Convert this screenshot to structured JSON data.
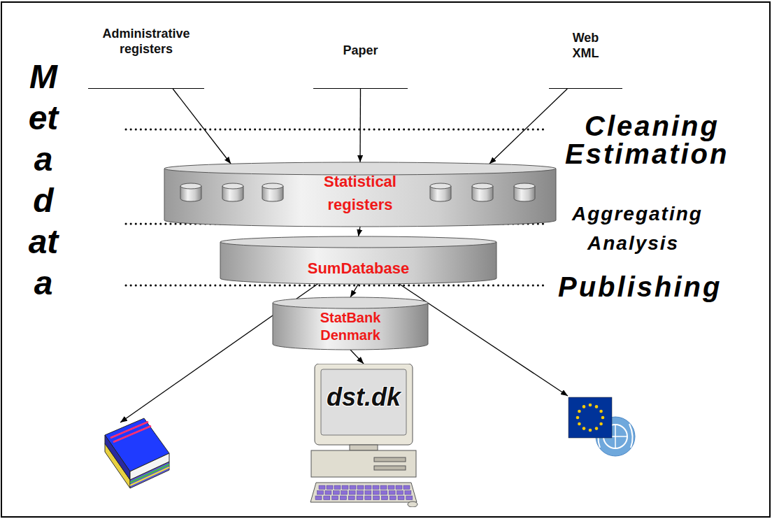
{
  "diagram": {
    "nodes": [
      {
        "text": [
          "Administrative registers"
        ]
      },
      {
        "text": [
          "Paper"
        ]
      },
      {
        "text": [
          "Web XML"
        ]
      },
      {
        "text": [
          "Statistical registers"
        ]
      },
      {
        "text": [
          "SumDatabase"
        ]
      },
      {
        "text": [
          "StatBank Denmark"
        ]
      },
      {
        "text": [
          "dst.dk"
        ]
      }
    ],
    "edges": [
      {
        "from": 0,
        "to": 3,
        "arrow": "to"
      },
      {
        "from": 1,
        "to": 3,
        "arrow": "to"
      },
      {
        "from": 2,
        "to": 3,
        "arrow": "to"
      },
      {
        "from": 3,
        "to": 4,
        "arrow": "to"
      },
      {
        "from": 4,
        "to": 5,
        "arrow": "to"
      },
      {
        "from": 5,
        "to": 6,
        "arrow": "to"
      }
    ],
    "labels": [
      "Metadata",
      "Cleaning",
      "Estimation",
      "Aggregating",
      "Analysis",
      "Publishing"
    ]
  }
}
